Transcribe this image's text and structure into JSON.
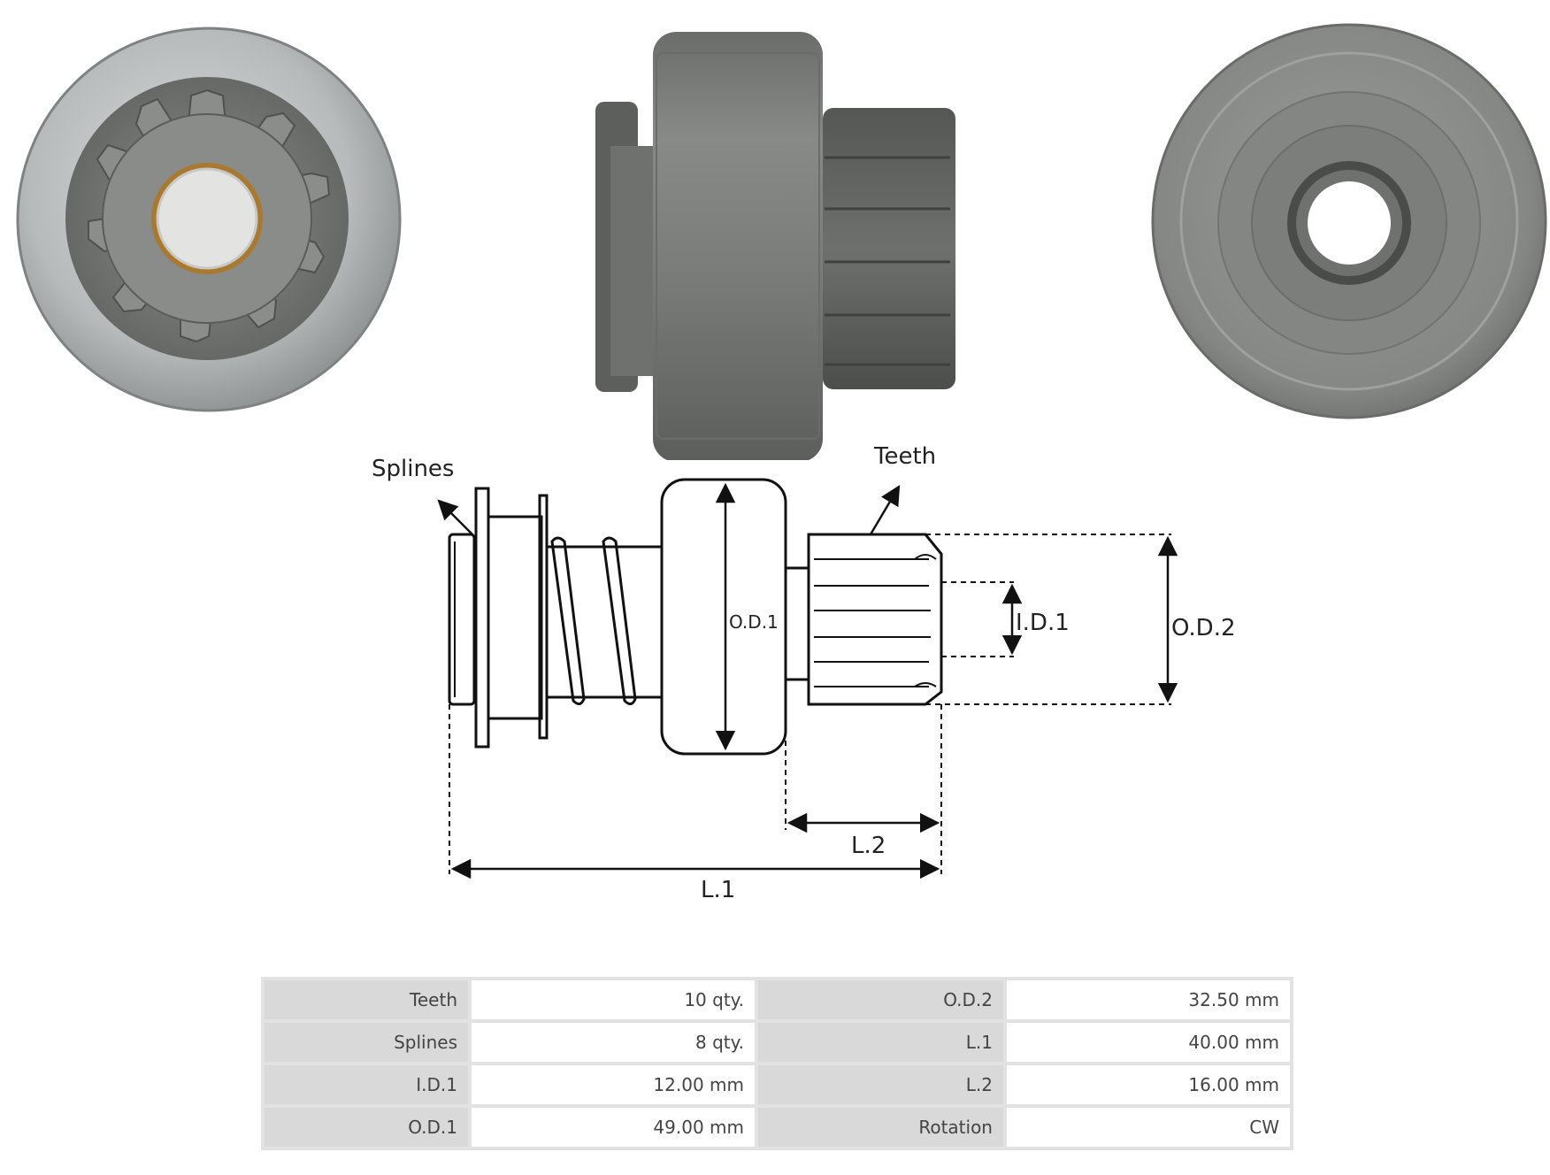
{
  "diagram": {
    "label_splines": "Splines",
    "label_teeth": "Teeth",
    "label_od1": "O.D.1",
    "label_id1": "I.D.1",
    "label_od2": "O.D.2",
    "label_l2": "L.2",
    "label_l1": "L.1"
  },
  "specs": {
    "rows": [
      {
        "k1": "Teeth",
        "v1": "10 qty.",
        "k2": "O.D.2",
        "v2": "32.50 mm"
      },
      {
        "k1": "Splines",
        "v1": "8 qty.",
        "k2": "L.1",
        "v2": "40.00 mm"
      },
      {
        "k1": "I.D.1",
        "v1": "12.00 mm",
        "k2": "L.2",
        "v2": "16.00 mm"
      },
      {
        "k1": "O.D.1",
        "v1": "49.00 mm",
        "k2": "Rotation",
        "v2": "CW"
      }
    ]
  },
  "colors": {
    "metal_light": "#b9bcbd",
    "metal_dark": "#6f716f",
    "body_gray": "#7d807d"
  }
}
